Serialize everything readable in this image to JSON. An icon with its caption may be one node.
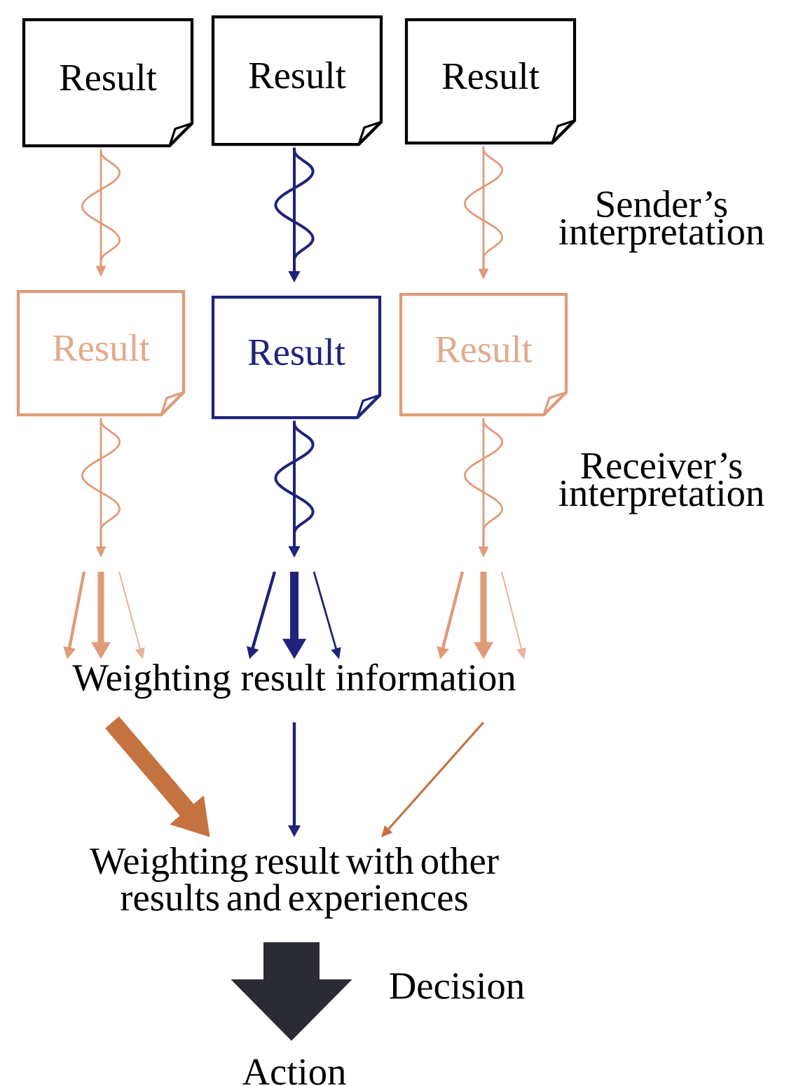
{
  "diagram": {
    "nodes": [
      {
        "text": [
          "Result"
        ]
      },
      {
        "text": [
          "Result"
        ]
      },
      {
        "text": [
          "Result"
        ]
      },
      {
        "text": [
          "Result"
        ]
      },
      {
        "text": [
          "Result"
        ]
      },
      {
        "text": [
          "Result"
        ]
      },
      {
        "text": [
          "Weighting result information"
        ]
      },
      {
        "text": [
          "Weighting result with other results and experiences"
        ]
      },
      {
        "text": [
          "Action"
        ]
      }
    ],
    "edges": [
      {
        "from": 0,
        "to": 3,
        "arrow": "to",
        "color": "#e09a78"
      },
      {
        "from": 1,
        "to": 4,
        "arrow": "to",
        "color": "#1f237a"
      },
      {
        "from": 2,
        "to": 5,
        "arrow": "to",
        "color": "#e09a78"
      },
      {
        "from": 3,
        "to": null,
        "arrow": "to",
        "color": "#e09a78"
      },
      {
        "from": 4,
        "to": null,
        "arrow": "to",
        "color": "#1f237a"
      },
      {
        "from": 5,
        "to": null,
        "arrow": "to",
        "color": "#e09a78"
      },
      {
        "from": null,
        "to": 6,
        "arrow": "to",
        "color": "#e09a78"
      },
      {
        "from": null,
        "to": 6,
        "arrow": "to",
        "style": "thick",
        "color": "#e09a78"
      },
      {
        "from": null,
        "to": 6,
        "arrow": "to",
        "color": "#e8b49a"
      },
      {
        "from": null,
        "to": 6,
        "arrow": "to",
        "color": "#1f237a"
      },
      {
        "from": null,
        "to": 6,
        "arrow": "to",
        "style": "thick",
        "color": "#1f237a"
      },
      {
        "from": null,
        "to": 6,
        "arrow": "to",
        "color": "#1f237a"
      },
      {
        "from": null,
        "to": 6,
        "arrow": "to",
        "color": "#e09a78"
      },
      {
        "from": null,
        "to": 6,
        "arrow": "to",
        "style": "thick",
        "color": "#e09a78"
      },
      {
        "from": null,
        "to": 6,
        "arrow": "to",
        "color": "#e8b49a"
      },
      {
        "from": 6,
        "to": 7,
        "arrow": "to",
        "style": "thick",
        "color": "#c4723f"
      },
      {
        "from": 6,
        "to": 7,
        "arrow": "to",
        "color": "#1f237a"
      },
      {
        "from": 6,
        "to": 7,
        "arrow": "to",
        "color": "#c4723f"
      },
      {
        "from": 7,
        "to": 8,
        "arrow": "to",
        "style": "thick",
        "color": "#2b2b33",
        "label": "Decision"
      }
    ],
    "labels": [
      "Sender’s interpretation",
      "Receiver’s interpretation"
    ]
  }
}
